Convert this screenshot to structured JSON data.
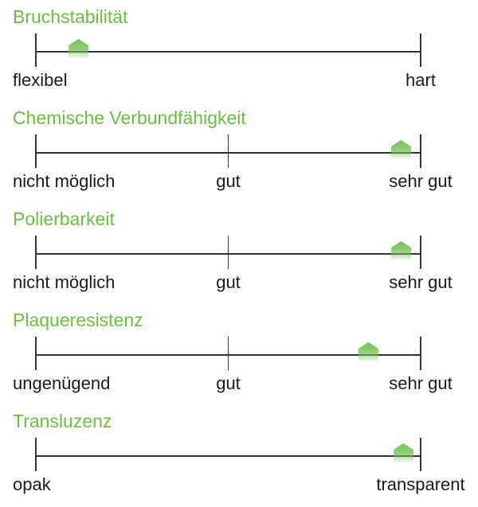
{
  "scales": [
    {
      "title": "Bruchstabilität",
      "value": 0.11,
      "labels": [
        {
          "text": "flexibel",
          "pos": 0
        },
        {
          "text": "hart",
          "pos": 1
        }
      ]
    },
    {
      "title": "Chemische Verbundfähigkeit",
      "value": 0.95,
      "labels": [
        {
          "text": "nicht möglich",
          "pos": 0
        },
        {
          "text": "gut",
          "pos": 0.5
        },
        {
          "text": "sehr gut",
          "pos": 1
        }
      ]
    },
    {
      "title": "Polierbarkeit",
      "value": 0.95,
      "labels": [
        {
          "text": "nicht möglich",
          "pos": 0
        },
        {
          "text": "gut",
          "pos": 0.5
        },
        {
          "text": "sehr gut",
          "pos": 1
        }
      ]
    },
    {
      "title": "Plaqueresistenz",
      "value": 0.865,
      "labels": [
        {
          "text": "ungenügend",
          "pos": 0
        },
        {
          "text": "gut",
          "pos": 0.5
        },
        {
          "text": "sehr gut",
          "pos": 1
        }
      ]
    },
    {
      "title": "Transluzenz",
      "value": 0.955,
      "labels": [
        {
          "text": "opak",
          "pos": 0
        },
        {
          "text": "transparent",
          "pos": 1
        }
      ]
    }
  ],
  "colors": {
    "title": "#6abf3e",
    "marker": "#72c152",
    "line": "#333333",
    "text": "#1a1a1a"
  }
}
